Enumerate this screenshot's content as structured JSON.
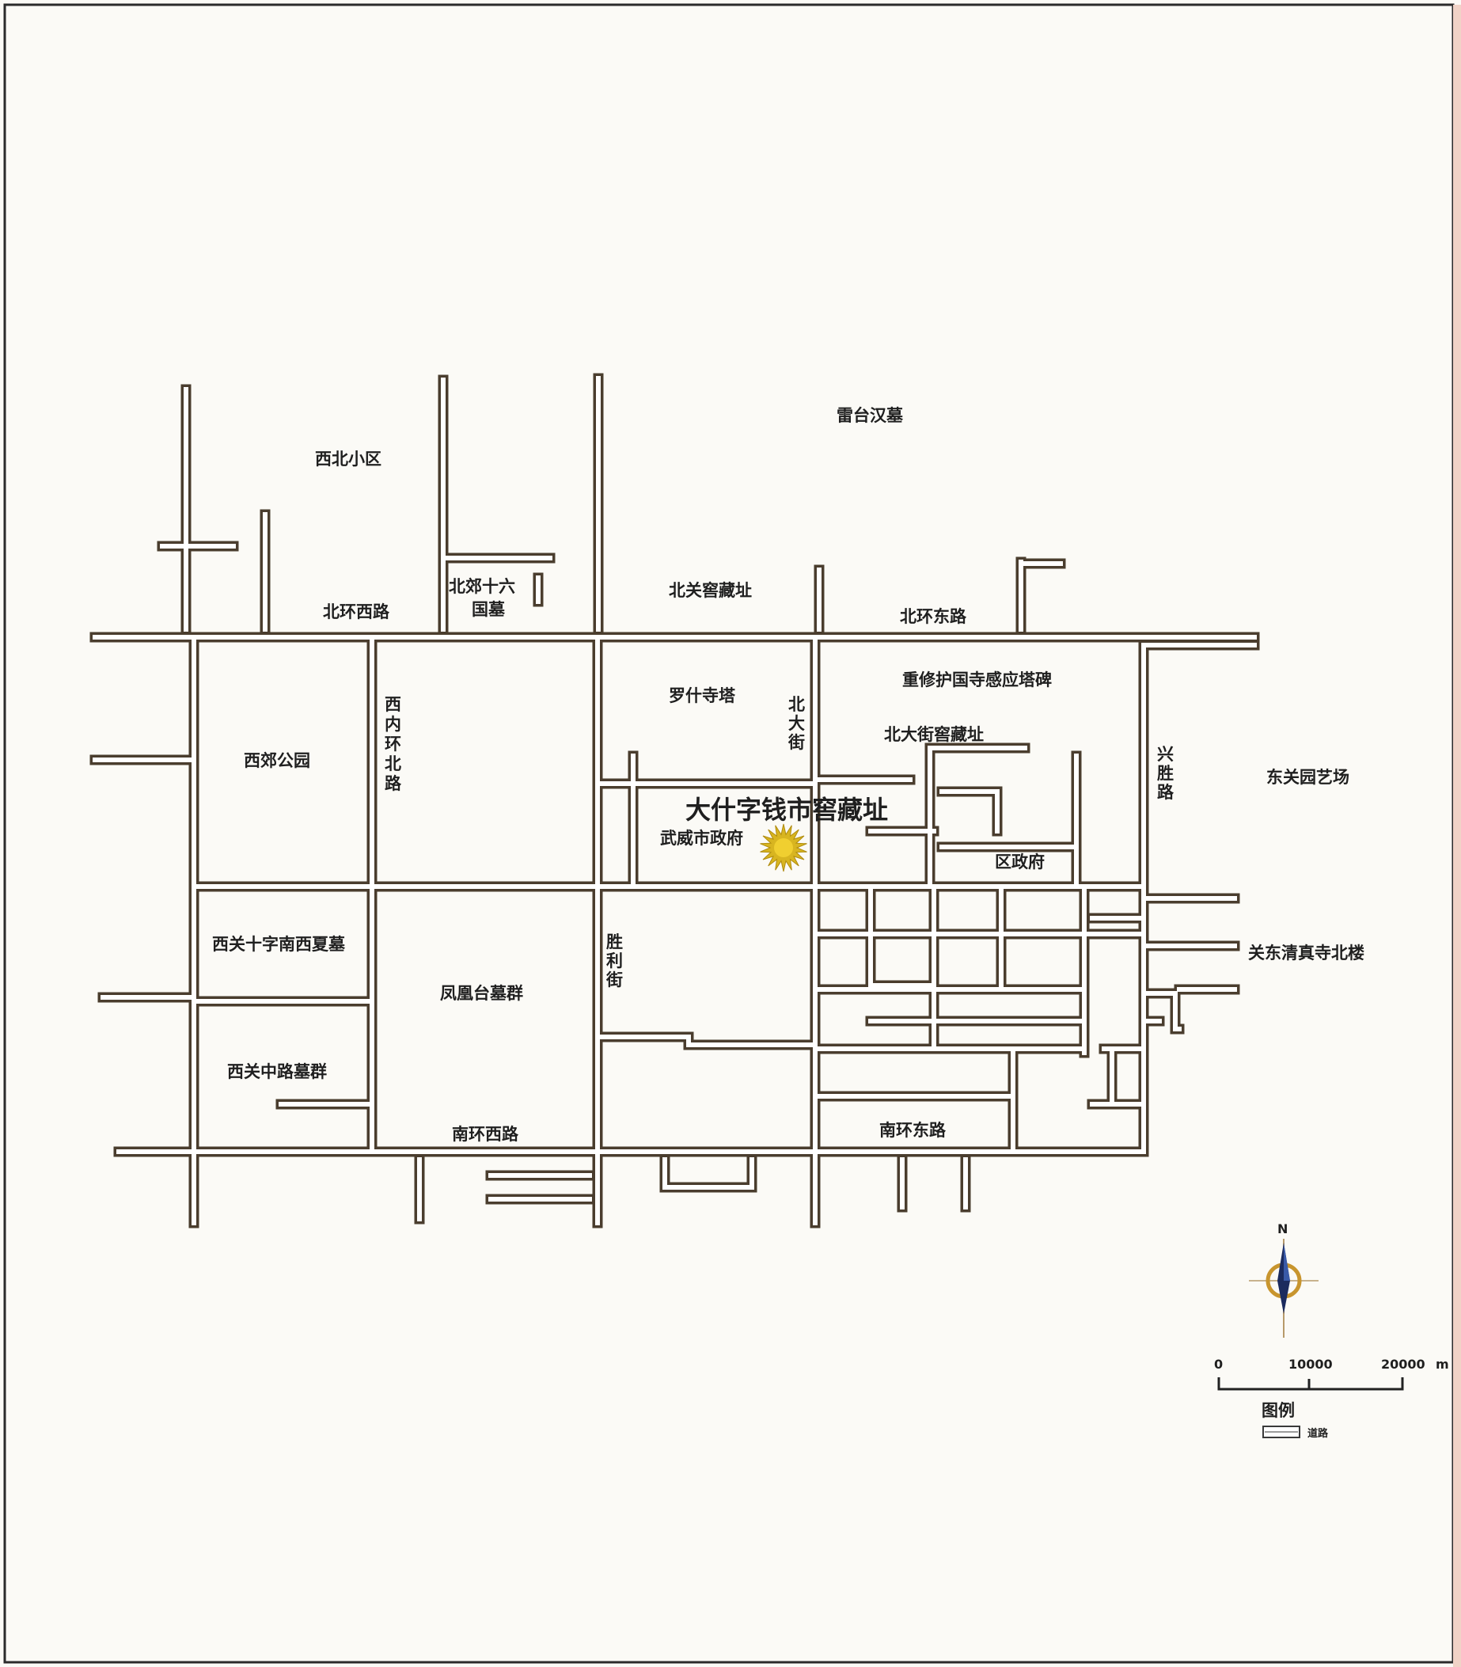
{
  "colors": {
    "background": "#fbfaf6",
    "road_outline": "#4a3d2e",
    "road_fill": "#ffffff",
    "site_marker": "#d8b520",
    "north_arrow": "#1c2b5e"
  },
  "labels": {
    "xibei_xiaoqu": "西北小区",
    "leitai_hanmu": "雷台汉墓",
    "beijiao_16guo_1": "北郊十六",
    "beijiao_16guo_2": "国墓",
    "beiguan_jiaocang": "北关窖藏址",
    "beihuan_xilu": "北环西路",
    "beihuan_donglu": "北环东路",
    "luoshi_sita": "罗什寺塔",
    "chongxiu_huguosi": "重修护国寺感应塔碑",
    "beidajie_jiaocang": "北大街窖藏址",
    "xijiao_gongyuan": "西郊公园",
    "dashizi_site": "大什字钱市窖藏址",
    "wuwei_government": "武威市政府",
    "qu_zhengfu": "区政府",
    "dongguan_yuanyichang": "东关园艺场",
    "guandong_qingzhensi": "关东清真寺北楼",
    "xiguan_shizi_xixia": "西关十字南西夏墓",
    "fenghuangtai_muqun": "凤凰台墓群",
    "xiguan_zhonglu_muqun": "西关中路墓群",
    "nanhuan_xilu": "南环西路",
    "nanhuan_donglu": "南环东路"
  },
  "vertical_labels": {
    "xinei_huan_beilu": [
      "西",
      "内",
      "环",
      "北",
      "路"
    ],
    "bei_dajie": [
      "北",
      "大",
      "街"
    ],
    "xing_sheng_lu": [
      "兴",
      "胜",
      "路"
    ],
    "sheng_li_jie": [
      "胜",
      "利",
      "街"
    ]
  },
  "compass": {
    "north_label": "N"
  },
  "scale_bar": {
    "tick_0": "0",
    "tick_1": "10000",
    "tick_2": "20000",
    "unit": "m"
  },
  "legend": {
    "title": "图例",
    "road_label": "道路"
  }
}
